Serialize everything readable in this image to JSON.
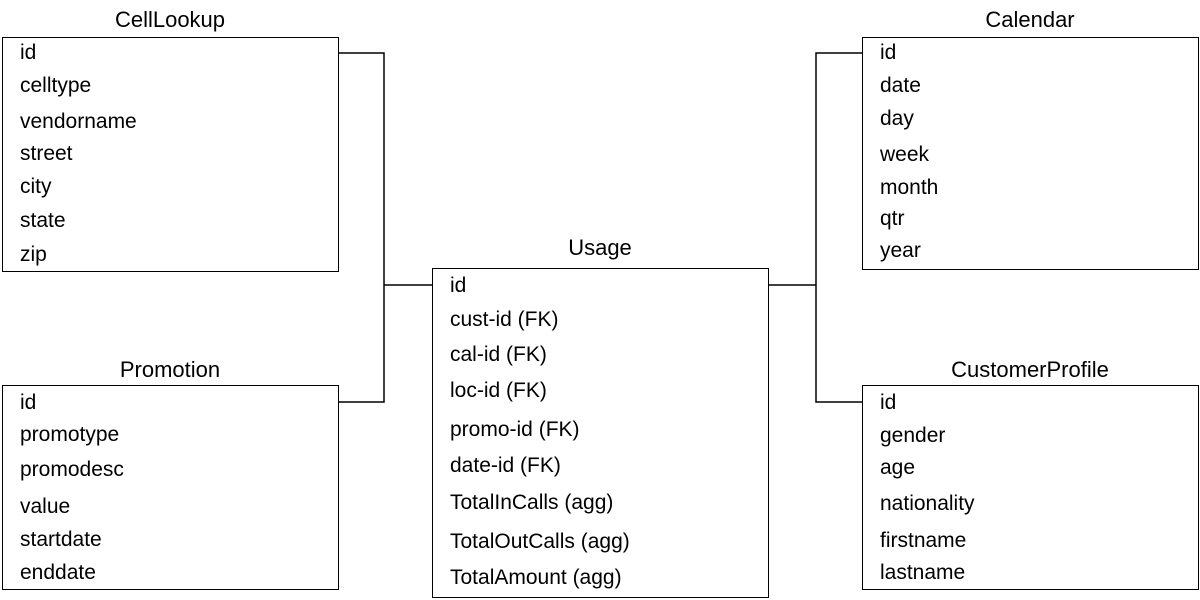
{
  "entities": {
    "celllookup": {
      "name": "CellLookup",
      "fields": [
        "id",
        "celltype",
        "vendorname",
        "street",
        "city",
        "state",
        "zip"
      ]
    },
    "promotion": {
      "name": "Promotion",
      "fields": [
        "id",
        "promotype",
        "promodesc",
        "value",
        "startdate",
        "enddate"
      ]
    },
    "usage": {
      "name": "Usage",
      "fields": [
        "id",
        "cust-id (FK)",
        "cal-id (FK)",
        "loc-id (FK)",
        "promo-id (FK)",
        "date-id (FK)",
        "TotalInCalls (agg)",
        "TotalOutCalls (agg)",
        "TotalAmount (agg)"
      ]
    },
    "calendar": {
      "name": "Calendar",
      "fields": [
        "id",
        "date",
        "day",
        "week",
        "month",
        "qtr",
        "year"
      ]
    },
    "customerprofile": {
      "name": "CustomerProfile",
      "fields": [
        "id",
        "gender",
        "age",
        "nationality",
        "firstname",
        "lastname"
      ]
    }
  }
}
